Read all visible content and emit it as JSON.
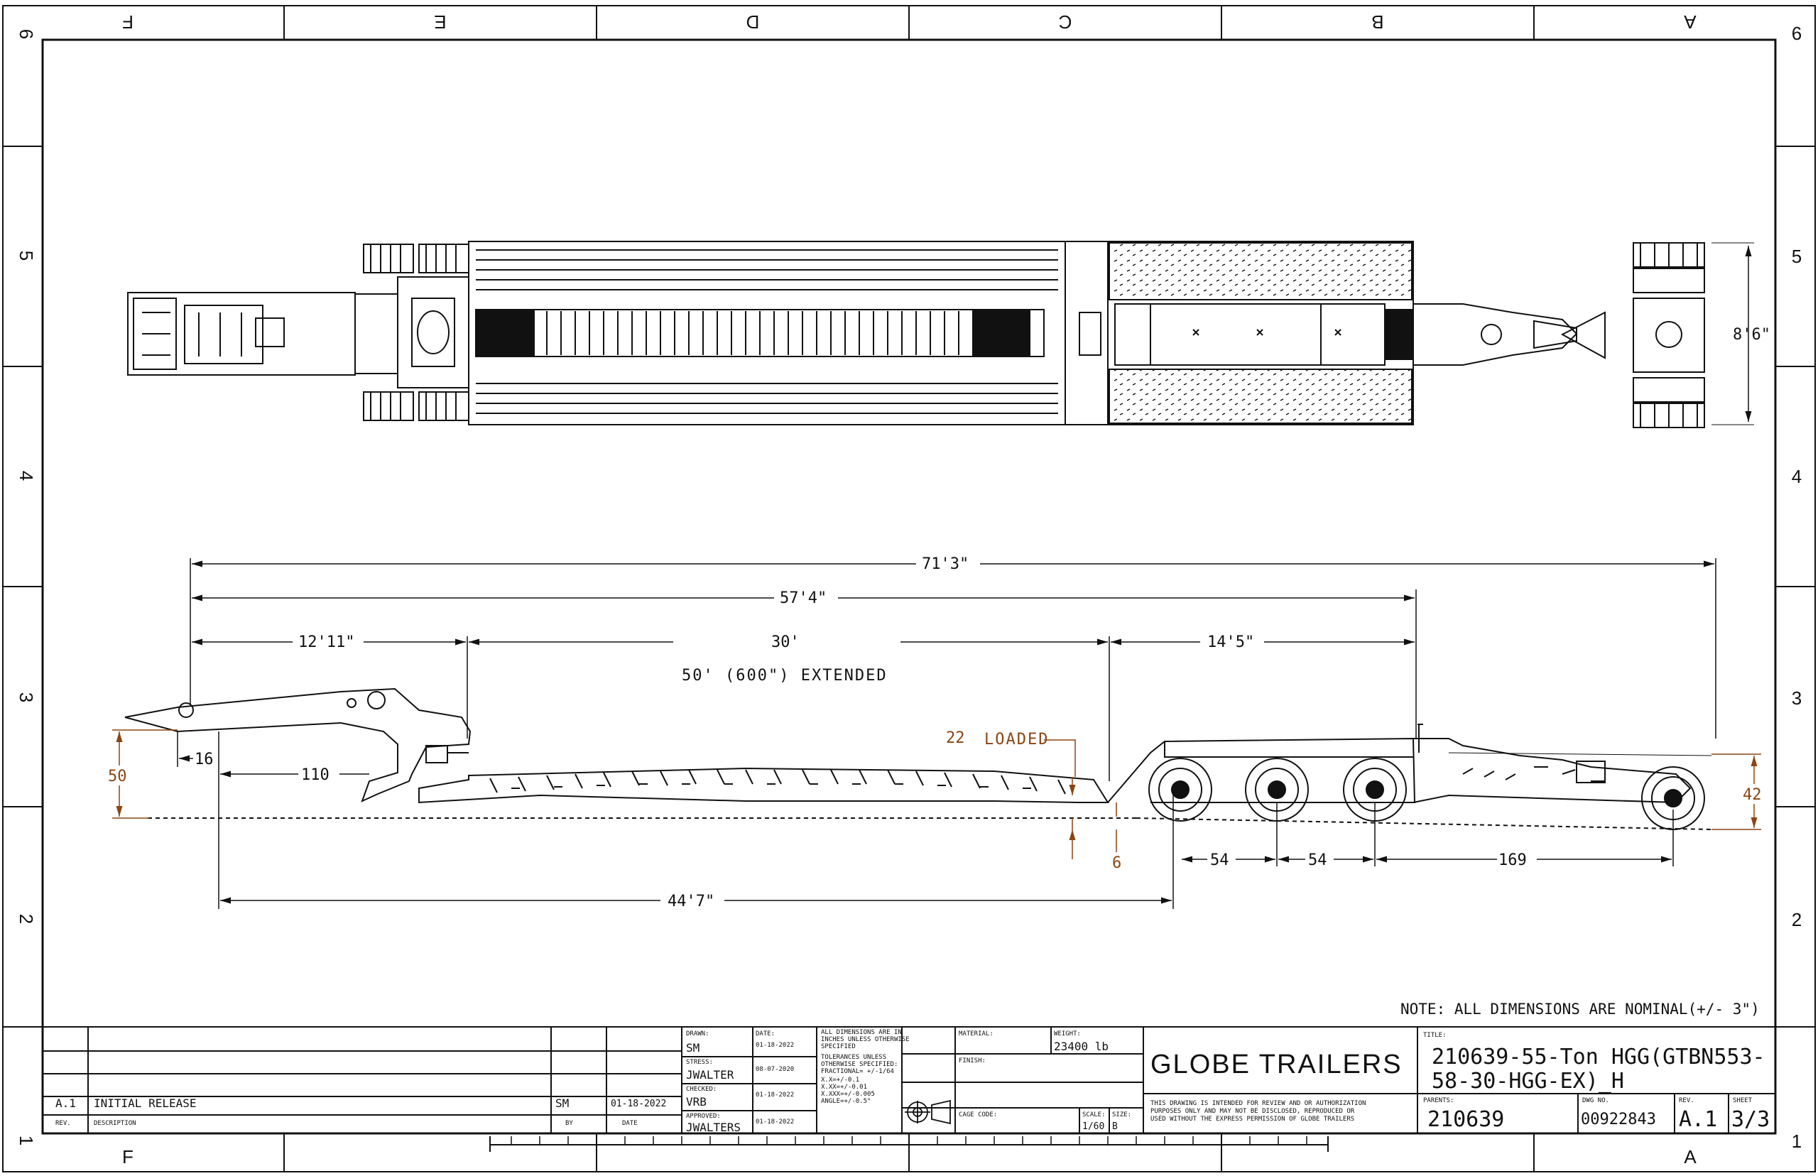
{
  "zones": {
    "columns": [
      "F",
      "E",
      "D",
      "C",
      "B",
      "A"
    ],
    "rows": [
      "6",
      "5",
      "4",
      "3",
      "2",
      "1"
    ]
  },
  "dimensions": {
    "overall": "71'3\"",
    "deck_to_axle_group": "57'4\"",
    "gooseneck": "12'11\"",
    "deck": "30'",
    "rear": "14'5\"",
    "extended_note": "50' (600\") EXTENDED",
    "neck_16": "16",
    "neck_110": "110",
    "height_50": "50",
    "loaded_value": "22",
    "loaded_label": "LOADED",
    "ground_6": "6",
    "axle_54a": "54",
    "axle_54b": "54",
    "axle_169": "169",
    "height_42": "42",
    "bottom_span": "44'7\"",
    "width": "8'6\""
  },
  "note": "NOTE: ALL DIMENSIONS ARE NOMINAL(+/- 3\")",
  "title_block": {
    "rev_row": {
      "rev": "A.1",
      "description": "INITIAL RELEASE",
      "by": "SM",
      "date": "01-18-2022"
    },
    "rev_header": {
      "rev": "REV.",
      "description": "DESCRIPTION",
      "by": "BY",
      "date": "DATE"
    },
    "drawn_label": "DRAWN:",
    "drawn": "SM",
    "drawn_date_label": "DATE:",
    "drawn_date": "01-18-2022",
    "stress_label": "STRESS:",
    "stress": "JWALTER",
    "stress_date": "08-07-2020",
    "checked_label": "CHECKED:",
    "checked": "VRB",
    "checked_date": "01-18-2022",
    "approved_label": "APPROVED:",
    "approved": "JWALTERS",
    "approved_date": "01-18-2022",
    "tol_lines": [
      "ALL DIMENSIONS ARE IN",
      "INCHES UNLESS OTHERWISE",
      "SPECIFIED",
      "TOLERANCES UNLESS",
      "OTHERWISE SPECIFIED:",
      "FRACTIONAL= +/-1/64",
      "X.X=+/-0.1",
      "X.XX=+/-0.01",
      "X.XXX=+/-0.005",
      "ANGLE=+/-0.5°"
    ],
    "material_label": "MATERIAL:",
    "weight_label": "WEIGHT:",
    "weight": "23400 lb",
    "finish_label": "FINISH:",
    "cage_label": "CAGE CODE:",
    "scale_label": "SCALE:",
    "scale": "1/60",
    "size_label": "SIZE:",
    "size": "B",
    "company": "GLOBE TRAILERS",
    "disclaimer": [
      "THIS DRAWING IS INTENDED FOR REVIEW AND OR AUTHORIZATION",
      "PURPOSES ONLY AND MAY NOT BE DISCLOSED, REPRODUCED OR",
      "USED WITHOUT THE EXPRESS PERMISSION OF GLOBE TRAILERS"
    ],
    "title_label": "TITLE:",
    "title_line1": "210639-55-Ton HGG(GTBN553-",
    "title_line2": "58-30-HGG-EX)_H",
    "parents_label": "PARENTS:",
    "parents": "210639",
    "dwg_label": "DWG NO.",
    "dwg": "00922843",
    "rev_label": "REV.",
    "rev": "A.1",
    "sheet_label": "SHEET",
    "sheet": "3/3"
  },
  "colors": {
    "line": "#111111",
    "dimension": "#8b4513"
  }
}
